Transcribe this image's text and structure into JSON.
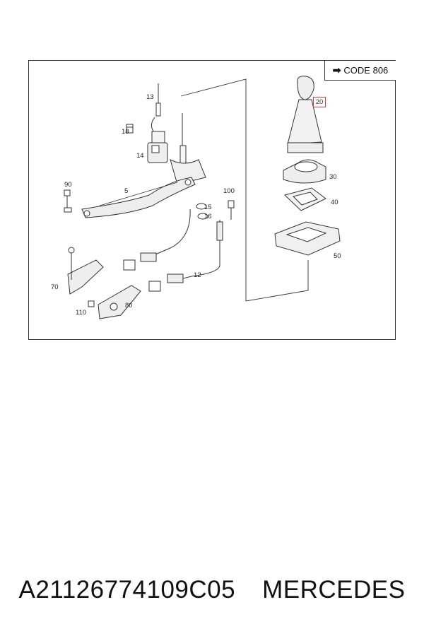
{
  "diagram": {
    "code_reference": "CODE 806",
    "code_arrow": "➡",
    "labels": {
      "p13": "13",
      "p18": "18",
      "p14": "14",
      "p90": "90",
      "p5": "5",
      "p100": "100",
      "p15": "15",
      "p16": "16",
      "p12": "12",
      "p70": "70",
      "p110": "110",
      "p80": "80",
      "p20": "20",
      "p30": "30",
      "p40": "40",
      "p50": "50"
    },
    "highlight_color": "#e23b3b"
  },
  "caption": {
    "part_number": "A21126774109C05",
    "brand": "MERCEDES"
  }
}
